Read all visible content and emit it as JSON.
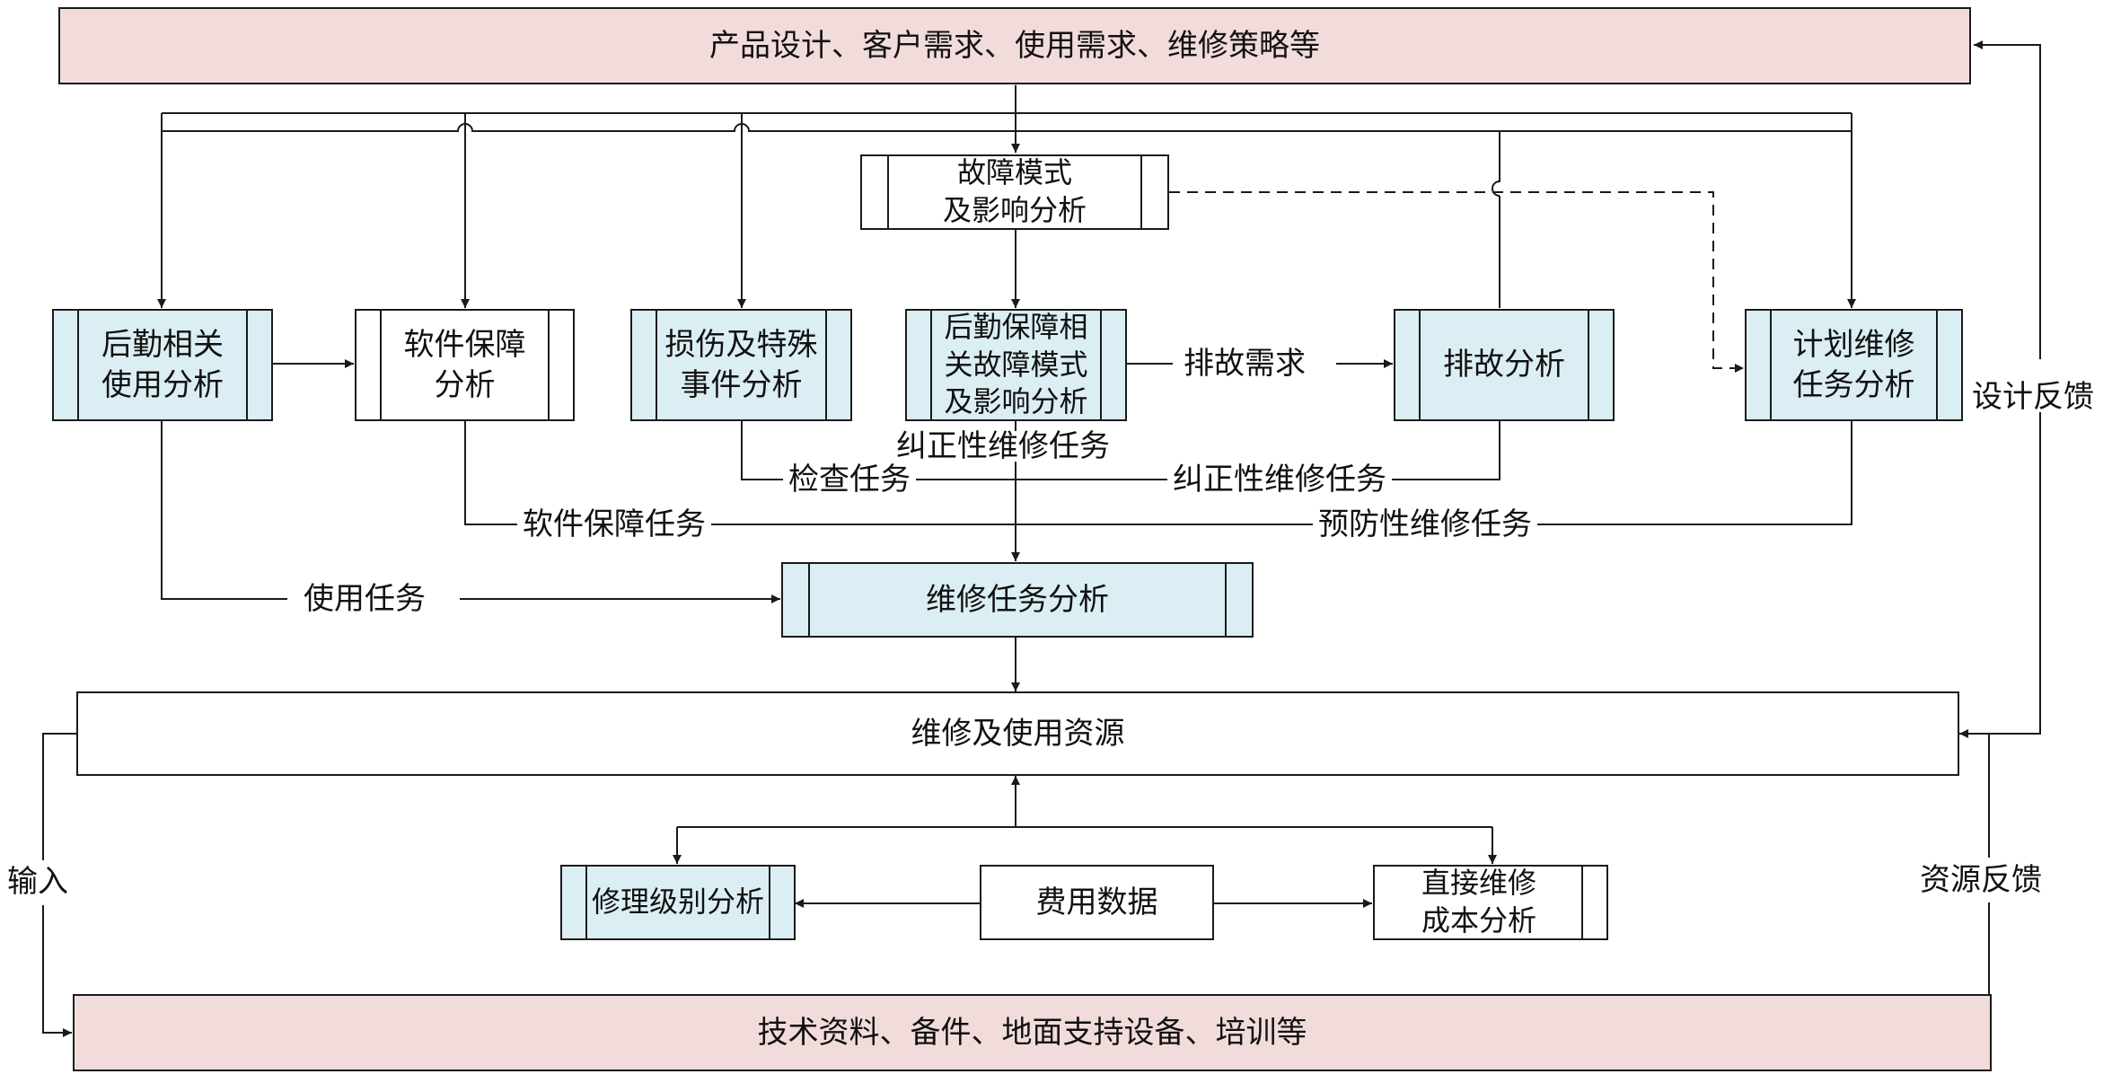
{
  "top_box": "产品设计、客户需求、使用需求、维修策略等",
  "fmea_box": "故障模式\n及影响分析",
  "usage_analysis": "后勤相关\n使用分析",
  "software_analysis": "软件保障\n分析",
  "damage_analysis": "损伤及特殊\n事件分析",
  "logistics_fmea": "后勤保障相\n关故障模式\n及影响分析",
  "troubleshoot_analysis": "排故分析",
  "planned_maint_analysis": "计划维修\n任务分析",
  "maint_task_analysis": "维修任务分析",
  "resources_box": "维修及使用资源",
  "lora_box": "修理级别分析",
  "cost_data_box": "费用数据",
  "direct_cost_box": "直接维修\n成本分析",
  "bottom_box": "技术资料、备件、地面支持设备、培训等",
  "labels": {
    "troubleshoot_need": "排故需求",
    "corrective_task_center": "纠正性维修任务",
    "inspection_task": "检查任务",
    "corrective_task_right": "纠正性维修任务",
    "software_task": "软件保障任务",
    "preventive_task": "预防性维修任务",
    "usage_task": "使用任务",
    "design_feedback": "设计反馈",
    "resource_feedback": "资源反馈",
    "input": "输入"
  },
  "colors": {
    "pink_fill": "#f2dcdb",
    "blue_fill": "#dbeef3",
    "line": "#1a1a1a"
  }
}
